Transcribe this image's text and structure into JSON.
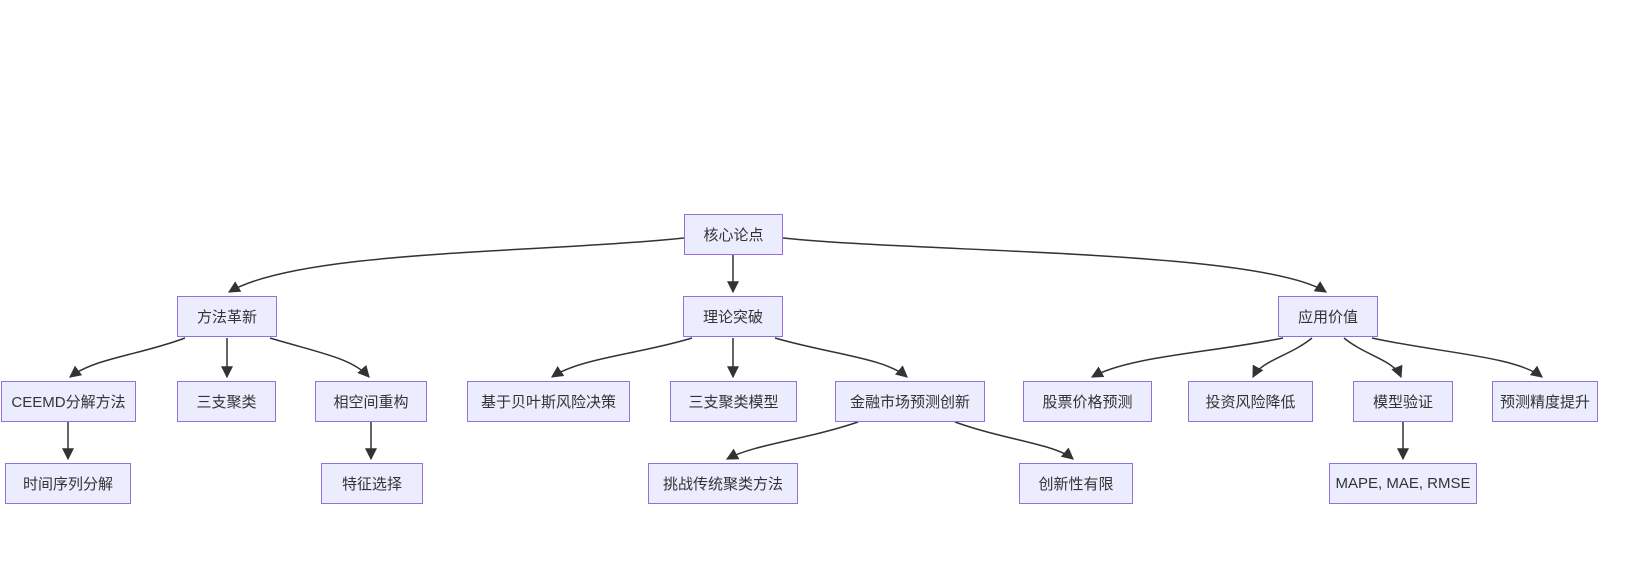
{
  "diagram": {
    "type": "flowchart",
    "direction": "top-down",
    "colors": {
      "background": "#ffffff",
      "node_fill": "#ECECFF",
      "node_border": "#9370DB",
      "node_text": "#333333",
      "edge": "#333333"
    },
    "nodes": [
      {
        "id": "core",
        "label": "核心论点"
      },
      {
        "id": "method",
        "label": "方法革新"
      },
      {
        "id": "theory",
        "label": "理论突破"
      },
      {
        "id": "application",
        "label": "应用价值"
      },
      {
        "id": "ceemd",
        "label": "CEEMD分解方法"
      },
      {
        "id": "three-way-clustering",
        "label": "三支聚类"
      },
      {
        "id": "phase-space",
        "label": "相空间重构"
      },
      {
        "id": "bayes-risk",
        "label": "基于贝叶斯风险决策"
      },
      {
        "id": "twc-model",
        "label": "三支聚类模型"
      },
      {
        "id": "fin-market",
        "label": "金融市场预测创新"
      },
      {
        "id": "stock-price",
        "label": "股票价格预测"
      },
      {
        "id": "invest-risk",
        "label": "投资风险降低"
      },
      {
        "id": "model-validation",
        "label": "模型验证"
      },
      {
        "id": "accuracy",
        "label": "预测精度提升"
      },
      {
        "id": "time-series",
        "label": "时间序列分解"
      },
      {
        "id": "feature-selection",
        "label": "特征选择"
      },
      {
        "id": "challenge-traditional",
        "label": "挑战传统聚类方法"
      },
      {
        "id": "limited-innovation",
        "label": "创新性有限"
      },
      {
        "id": "metrics",
        "label": "MAPE, MAE, RMSE"
      }
    ],
    "edges": [
      {
        "from": "core",
        "to": "method"
      },
      {
        "from": "core",
        "to": "theory"
      },
      {
        "from": "core",
        "to": "application"
      },
      {
        "from": "method",
        "to": "ceemd"
      },
      {
        "from": "method",
        "to": "three-way-clustering"
      },
      {
        "from": "method",
        "to": "phase-space"
      },
      {
        "from": "theory",
        "to": "bayes-risk"
      },
      {
        "from": "theory",
        "to": "twc-model"
      },
      {
        "from": "theory",
        "to": "fin-market"
      },
      {
        "from": "application",
        "to": "stock-price"
      },
      {
        "from": "application",
        "to": "invest-risk"
      },
      {
        "from": "application",
        "to": "model-validation"
      },
      {
        "from": "application",
        "to": "accuracy"
      },
      {
        "from": "fin-market",
        "to": "challenge-traditional"
      },
      {
        "from": "fin-market",
        "to": "limited-innovation"
      },
      {
        "from": "ceemd",
        "to": "time-series"
      },
      {
        "from": "phase-space",
        "to": "feature-selection"
      },
      {
        "from": "model-validation",
        "to": "metrics"
      }
    ]
  }
}
